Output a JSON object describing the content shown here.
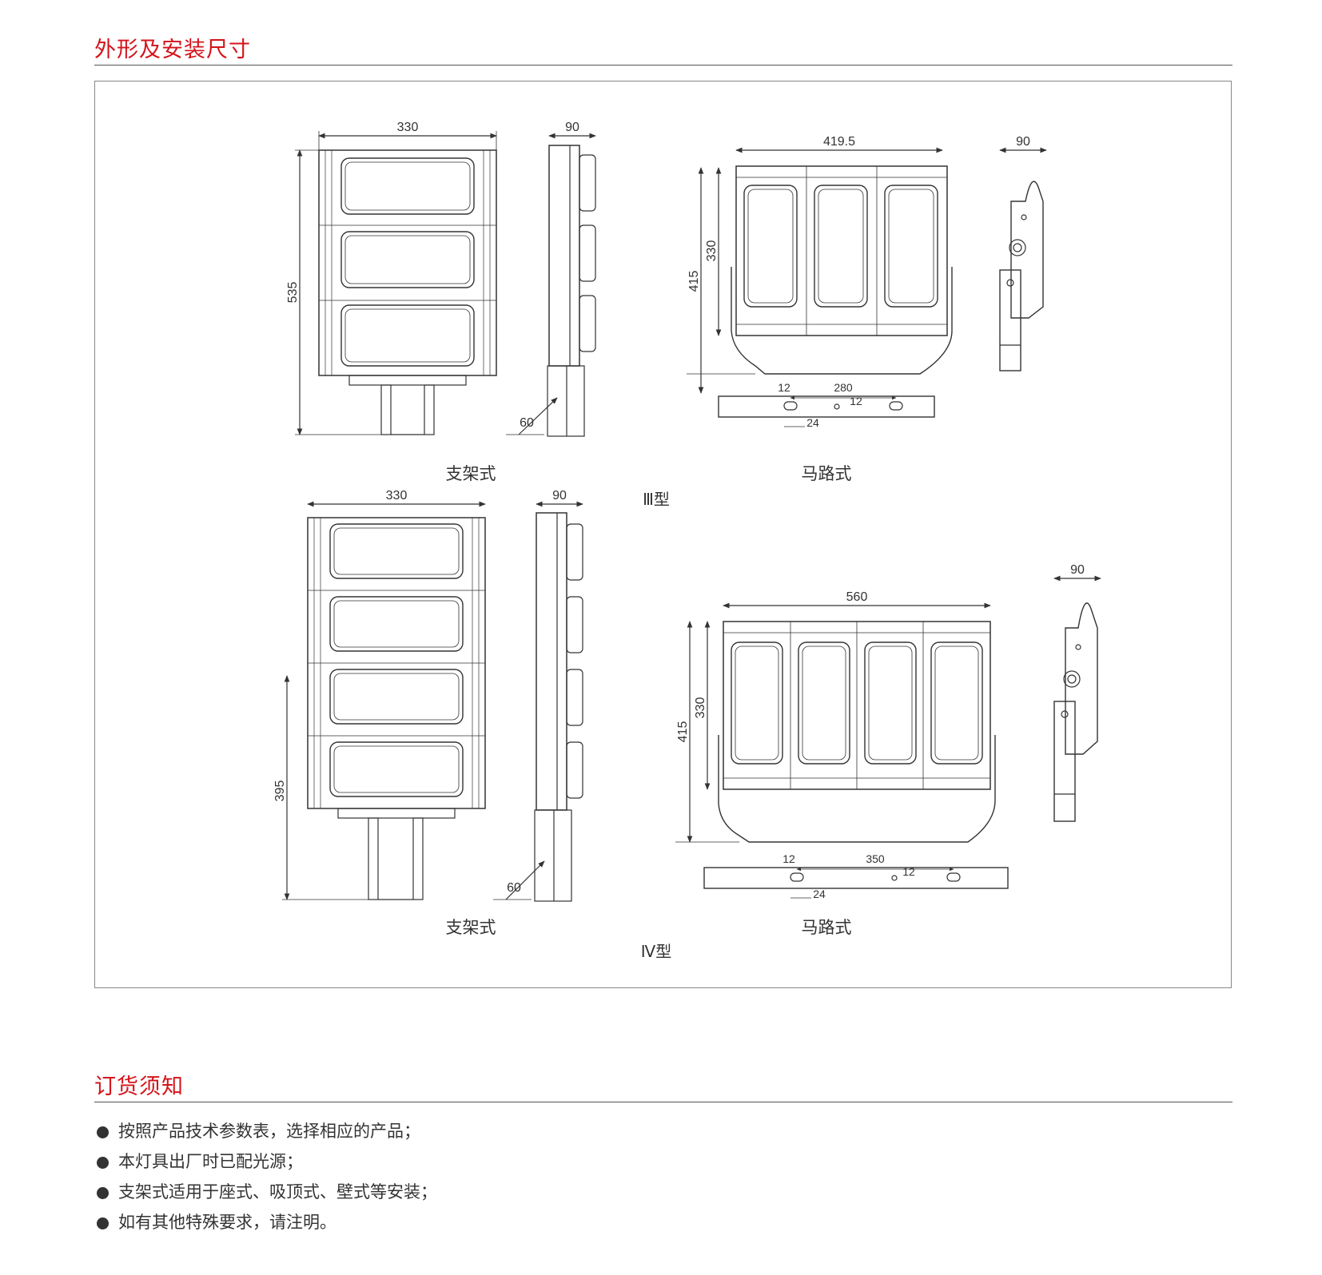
{
  "sections": {
    "dimensions_title": "外形及安装尺寸",
    "ordering_title": "订货须知"
  },
  "drawing": {
    "type3": {
      "label": "Ⅲ型",
      "bracket": {
        "caption": "支架式",
        "width": "330",
        "height": "535",
        "side_depth": "90",
        "angle": "60"
      },
      "road": {
        "caption": "马路式",
        "width": "419.5",
        "height": "415",
        "inner_height": "330",
        "side_depth": "90",
        "rail_span": "280",
        "hole_w": "12",
        "hole_slot": "24",
        "hole_center": "12"
      }
    },
    "type4": {
      "label": "Ⅳ型",
      "bracket": {
        "caption": "支架式",
        "width": "330",
        "height": "395",
        "side_depth": "90",
        "angle": "60"
      },
      "road": {
        "caption": "马路式",
        "width": "560",
        "height": "415",
        "inner_height": "330",
        "side_depth": "90",
        "rail_span": "350",
        "hole_w": "12",
        "hole_slot": "24",
        "hole_center": "12"
      }
    }
  },
  "notes": [
    "按照产品技术参数表，选择相应的产品；",
    "本灯具出厂时已配光源；",
    "支架式适用于座式、吸顶式、壁式等安装；",
    "如有其他特殊要求，请注明。"
  ]
}
